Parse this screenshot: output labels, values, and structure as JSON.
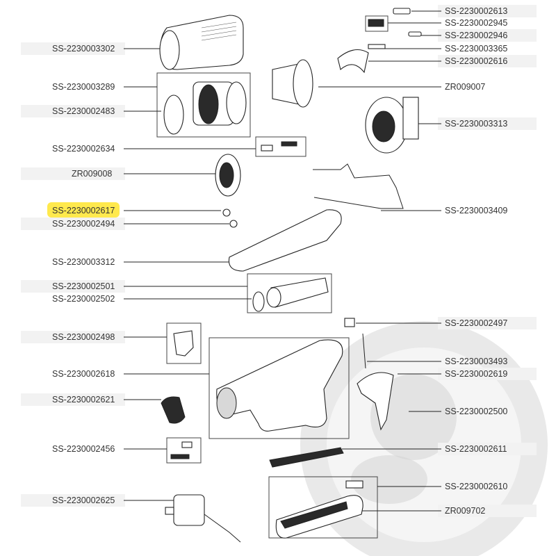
{
  "diagram": {
    "highlight_color": "#ffe94d",
    "stripe_color": "#f2f2f2",
    "left_labels": [
      {
        "ref": "SS-2230003302"
      },
      {
        "ref": "SS-2230003289"
      },
      {
        "ref": "SS-2230002483"
      },
      {
        "ref": "SS-2230002634"
      },
      {
        "ref": "ZR009008"
      },
      {
        "ref": "SS-2230002617",
        "highlighted": true
      },
      {
        "ref": "SS-2230002494"
      },
      {
        "ref": "SS-2230003312"
      },
      {
        "ref": "SS-2230002501"
      },
      {
        "ref": "SS-2230002502"
      },
      {
        "ref": "SS-2230002498"
      },
      {
        "ref": "SS-2230002618"
      },
      {
        "ref": "SS-2230002621"
      },
      {
        "ref": "SS-2230002456"
      },
      {
        "ref": "SS-2230002625"
      }
    ],
    "right_labels": [
      {
        "ref": "SS-2230002613"
      },
      {
        "ref": "SS-2230002945"
      },
      {
        "ref": "SS-2230002946"
      },
      {
        "ref": "SS-2230003365"
      },
      {
        "ref": "SS-2230002616"
      },
      {
        "ref": "ZR009007"
      },
      {
        "ref": "SS-2230003313"
      },
      {
        "ref": "SS-2230003409"
      },
      {
        "ref": "SS-2230002497"
      },
      {
        "ref": "SS-2230003493"
      },
      {
        "ref": "SS-2230002619"
      },
      {
        "ref": "SS-2230002500"
      },
      {
        "ref": "SS-2230002611"
      },
      {
        "ref": "SS-2230002610"
      },
      {
        "ref": "ZR009702"
      }
    ]
  }
}
